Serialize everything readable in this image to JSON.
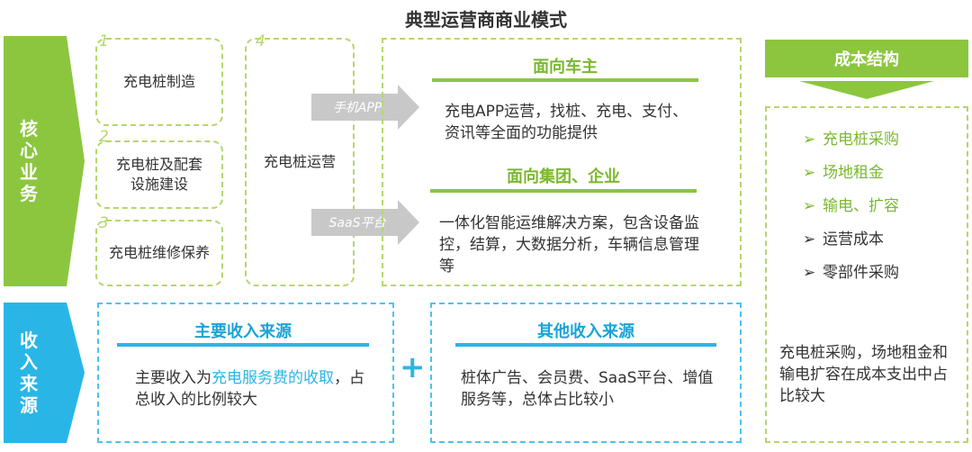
{
  "title": "典型运营商商业模式",
  "sidebar": {
    "core": "核心业务",
    "income": "收入来源"
  },
  "steps": [
    {
      "num": "1",
      "label": "充电桩制造"
    },
    {
      "num": "2",
      "label": "充电桩及配套设施建设"
    },
    {
      "num": "3",
      "label": "充电桩维修保养"
    },
    {
      "num": "4",
      "label": "充电桩运营"
    }
  ],
  "arrows": {
    "app": "手机APP",
    "saas": "SaaS平台"
  },
  "car_owner": {
    "heading": "面向车主",
    "body": "充电APP运营，找桩、充电、支付、资讯等全面的功能提供"
  },
  "enterprise": {
    "heading": "面向集团、企业",
    "body": "一体化智能运维解决方案，包含设备监控，结算，大数据分析，车辆信息管理等"
  },
  "main_income": {
    "heading": "主要收入来源",
    "body_pre": "主要收入为",
    "body_hl": "充电服务费的收取",
    "body_post": "，占总收入的比例较大"
  },
  "plus": "+",
  "other_income": {
    "heading": "其他收入来源",
    "body": "桩体广告、会员费、SaaS平台、增值服务等，总体占比较小"
  },
  "cost": {
    "heading": "成本结构",
    "items": [
      {
        "label": "充电桩采购",
        "highlight": true
      },
      {
        "label": "场地租金",
        "highlight": true
      },
      {
        "label": "输电、扩容",
        "highlight": true
      },
      {
        "label": "运营成本",
        "highlight": false
      },
      {
        "label": "零部件采购",
        "highlight": false
      }
    ],
    "summary": "充电桩采购，场地租金和输电扩容在成本支出中占比较大"
  },
  "colors": {
    "green": "#8cc63f",
    "blue": "#29b6e6",
    "text": "#333333"
  }
}
